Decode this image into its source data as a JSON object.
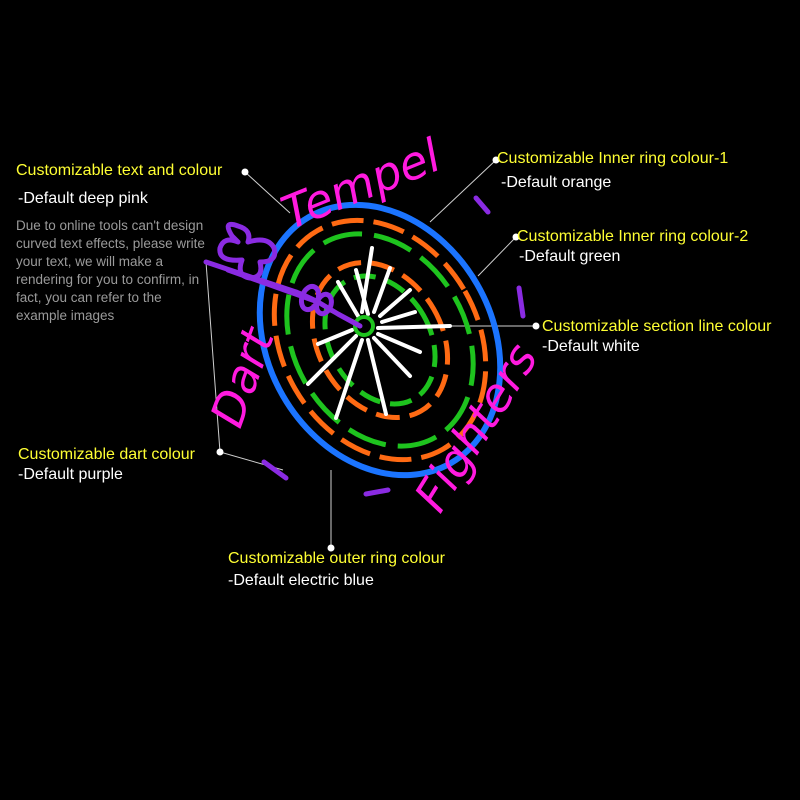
{
  "labels": {
    "text_colour": {
      "title": "Customizable text and colour",
      "default": "-Default deep pink"
    },
    "inner_ring_1": {
      "title": "Customizable Inner ring colour-1",
      "default": "-Default orange"
    },
    "inner_ring_2": {
      "title": "Customizable Inner ring colour-2",
      "default": "-Default green"
    },
    "section_line": {
      "title": "Customizable section line colour",
      "default": "-Default white"
    },
    "dart": {
      "title": "Customizable dart colour",
      "default": "-Default purple"
    },
    "outer_ring": {
      "title": "Customizable outer ring colour",
      "default": "-Default electric blue"
    }
  },
  "note": "Due to online tools can't design curved text effects, please write your text, we will make a rendering for you to confirm, in fact, you can refer to the example images",
  "sign_text": {
    "word1": "Dart",
    "word2": "Tempel",
    "word3": "Fighters"
  },
  "colors": {
    "deep_pink": "#ff1adf",
    "orange": "#ff6a13",
    "green": "#1ec31e",
    "white": "#ffffff",
    "purple": "#8a2be2",
    "electric_blue": "#1b74ff",
    "label_yellow": "#ffff33"
  },
  "icons": [
    "dartboard-icon",
    "dart-icon"
  ]
}
